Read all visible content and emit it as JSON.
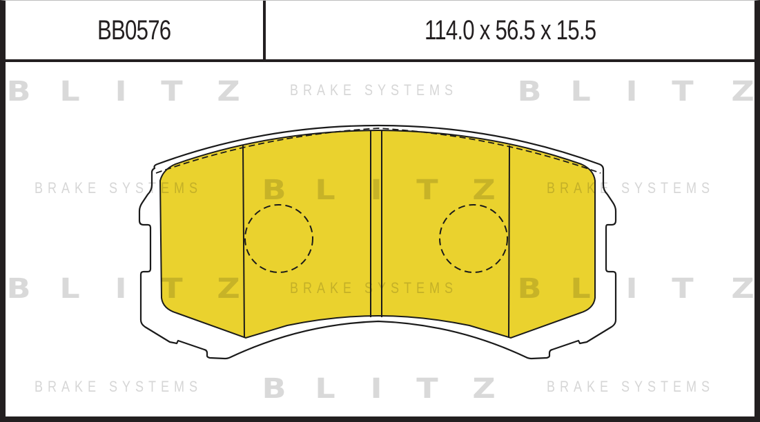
{
  "header": {
    "part_number": "BB0576",
    "dimensions": "114.0 x 56.5 x 15.5"
  },
  "watermark": {
    "brand_letters": [
      "B",
      "L",
      "I",
      "T",
      "Z"
    ],
    "tagline": "BRAKE SYSTEMS",
    "text_color": "#d9d9d9"
  },
  "drawing": {
    "subject": "brake-pad",
    "friction_color": "#ead22e",
    "outline_color": "#1a1a1a",
    "segments": 4,
    "sensor_holes": 2
  }
}
